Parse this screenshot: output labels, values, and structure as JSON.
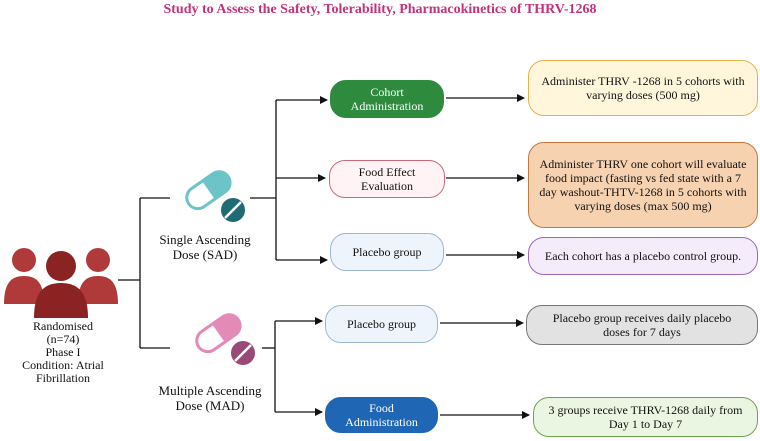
{
  "title": "Study to  Assess the Safety, Tolerability, Pharmacokinetics of THRV-1268",
  "population": {
    "randomised": "Randomised",
    "n": "(n=74)",
    "phase": "Phase I",
    "condition_line1": "Condition: Atrial",
    "condition_line2": "Fibrillation",
    "icon": "people-icon"
  },
  "sad": {
    "label_line1": "Single Ascending",
    "label_line2": "Dose (SAD)",
    "icon": "capsule-pill-icon",
    "arms": [
      {
        "name": "Cohort Administration",
        "description": "Administer THRV -1268 in 5 cohorts with varying doses (500 mg)"
      },
      {
        "name": "Food Effect Evaluation",
        "description": "Administer THRV one cohort will evaluate food impact (fasting vs fed state with a 7 day washout-THTV-1268 in 5 cohorts with varying doses (max 500 mg)"
      },
      {
        "name": "Placebo group",
        "description": "Each cohort has a placebo control group."
      }
    ]
  },
  "mad": {
    "label_line1": "Multiple Ascending",
    "label_line2": "Dose (MAD)",
    "icon": "capsule-pill-icon",
    "arms": [
      {
        "name": "Placebo group",
        "description": "Placebo group receives daily placebo doses for 7 days"
      },
      {
        "name": "Food Administration",
        "description": "3 groups receive THRV-1268 daily from Day 1 to Day 7"
      }
    ]
  },
  "colors": {
    "title": "#c2337a",
    "people": "#b03a3a",
    "sad_capsule": "#6cc3c8",
    "sad_pill": "#1f6b73",
    "mad_capsule": "#e38bb6",
    "mad_pill": "#9a4a78",
    "cohort_admin": "#2e8b3e",
    "food_admin": "#1f66b5"
  }
}
